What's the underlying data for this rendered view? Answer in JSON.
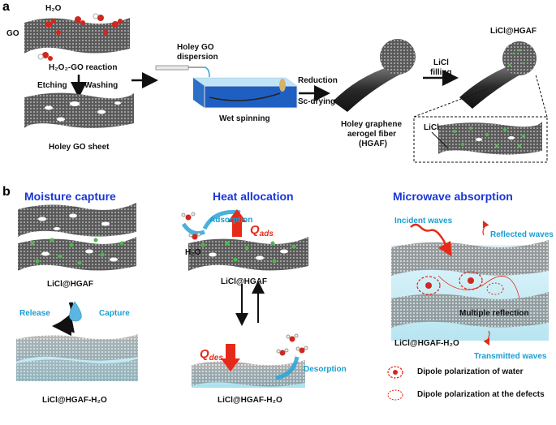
{
  "panels": {
    "a": "a",
    "b": "b"
  },
  "panel_a": {
    "h2o": "H₂O",
    "go": "GO",
    "reaction": "H₂O₂-GO reaction",
    "etching": "Etching",
    "washing": "Washing",
    "holey_sheet": "Holey GO sheet",
    "dispersion_line1": "Holey GO",
    "dispersion_line2": "dispersion",
    "wet_spinning": "Wet spinning",
    "reduction": "Reduction",
    "sc_drying": "Sc-drying",
    "hgaf_line1": "Holey graphene",
    "hgaf_line2": "aerogel fiber",
    "hgaf_line3": "(HGAF)",
    "licl_filling_1": "LiCl",
    "licl_filling_2": "filling",
    "licl_hgaf": "LiCl@HGAF",
    "licl": "LiCl"
  },
  "panel_b": {
    "moisture_title": "Moisture capture",
    "heat_title": "Heat allocation",
    "microwave_title": "Microwave absorption",
    "licl_hgaf_1": "LiCl@HGAF",
    "release": "Release",
    "capture": "Capture",
    "licl_hgaf_h2o_1": "LiCl@HGAF-H₂O",
    "adsorption": "Adsorption",
    "h2o": "H₂O",
    "q_ads_main": "Q",
    "q_ads_sub": "ads",
    "licl_hgaf_2": "LiCl@HGAF",
    "q_des_main": "Q",
    "q_des_sub": "des",
    "desorption": "Desorption",
    "licl_hgaf_h2o_2": "LiCl@HGAF-H₂O",
    "incident": "Incident waves",
    "reflected": "Reflected waves",
    "multiple_reflection": "Multiple reflection",
    "licl_hgaf_h2o_3": "LiCl@HGAF-H₂O",
    "transmitted": "Transmitted waves",
    "legend_water": "Dipole polarization of water",
    "legend_defects": "Dipole polarization at the defects"
  },
  "colors": {
    "title_blue": "#1a36d6",
    "cyan": "#1a9ed1",
    "red": "#e52a1a",
    "sheet_gray": "#555555",
    "water": "#bfe9f4",
    "green": "#4cb84a"
  }
}
